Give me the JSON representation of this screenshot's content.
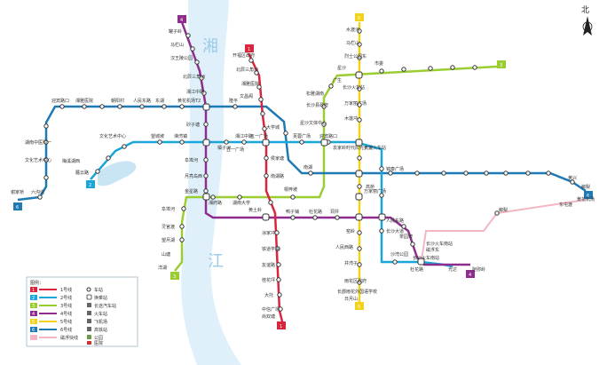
{
  "river": {
    "name_1": "湘",
    "name_2": "江"
  },
  "north": {
    "label": "北"
  },
  "legend": {
    "title": "图例：",
    "lines": [
      {
        "badge": "1",
        "name": "1号线",
        "color": "#d7263d"
      },
      {
        "badge": "2",
        "name": "2号线",
        "color": "#1ba6d9"
      },
      {
        "badge": "3",
        "name": "3号线",
        "color": "#9acd32"
      },
      {
        "badge": "4",
        "name": "4号线",
        "color": "#8e2d8e"
      },
      {
        "badge": "5",
        "name": "5号线",
        "color": "#f2d21b"
      },
      {
        "badge": "6",
        "name": "6号线",
        "color": "#1f7ab3"
      },
      {
        "badge": "",
        "name": "磁浮快线",
        "color": "#f4b6c2"
      }
    ],
    "symbols": [
      "车站",
      "换乘站",
      "长途汽车站",
      "火车站",
      "飞机场",
      "高铁站",
      "公园",
      "医院"
    ]
  },
  "line_badges": {
    "l4_top": "4",
    "l1_top": "1",
    "l5_top": "5",
    "l3_right": "3",
    "l6_left": "6",
    "l2_left": "2",
    "l3_bottom": "3",
    "l1_bottom": "1",
    "l5_bottom": "5",
    "l6_bottom": "6",
    "l4_bottom": "4"
  },
  "labels": {
    "l1": [
      "开福区政府",
      "北辰三角洲",
      "湘雅医院",
      "文昌阁",
      "五一广场",
      "侯家塘",
      "南湖路",
      "黄土岭",
      "涂家冲",
      "铁道学院",
      "友谊路",
      "桂花坪",
      "大托",
      "中信广场",
      "尚双塘"
    ],
    "l2": [
      "梅溪湖西",
      "麓云路",
      "文化艺术中心",
      "望城坡",
      "溁湾镇",
      "橘子洲",
      "湘江中路",
      "五一广场",
      "芙蓉广场",
      "迎宾路口",
      "袁家岭",
      "长沙火车站",
      "锦泰广场",
      "万家丽广场",
      "人民东路",
      "长沙大道",
      "沙湾公园",
      "杜花路",
      "长沙火车南站",
      "光达",
      "磁浮东",
      "黄兴",
      "榔梨"
    ],
    "l3": [
      "星沙",
      "广生",
      "松雅湖南",
      "长沙县政府",
      "星沙文体中心",
      "桐梓坡",
      "湖南大学",
      "湘府路",
      "阜埠河",
      "灵官渡",
      "望月湖",
      "山塘",
      "洋湖",
      "市委"
    ],
    "l4": [
      "罐子岭",
      "马栏山",
      "汉王陵公园",
      "北辰三角洲",
      "湘江中路",
      "砂子塘",
      "阜埠河",
      "月亮岛西",
      "金星路",
      "鸭子铺",
      "杜花路",
      "洞井",
      "茶园坡",
      "阿弥岭"
    ],
    "l5": [
      "水渡河",
      "马栏山",
      "烈士公园东",
      "长沙火车站",
      "万家丽广场",
      "木莲冲",
      "时代阳光大道",
      "高桥",
      "窑岭",
      "人民西路",
      "井湾子",
      "雨花区政府",
      "长郡雨花外国语学校",
      "日月山"
    ],
    "l6": [
      "谢家桥",
      "六沟垅",
      "文化艺术中心",
      "湖南中医附一",
      "迎宾路口",
      "湘雅医院",
      "朝阳村",
      "人民东路",
      "东湖",
      "黄花机场T2",
      "隆平",
      "大学城",
      "南湖",
      "东屯渡"
    ],
    "maglev": [
      "长沙火车南站",
      "榔梨",
      "黄花机场"
    ]
  },
  "colors": {
    "line1": "#d7263d",
    "line2": "#1ba6d9",
    "line3": "#9acd32",
    "line4": "#8e2d8e",
    "line5": "#f2d21b",
    "line6": "#1f7ab3",
    "maglev": "#f4b6c2",
    "river": "#dff0fb",
    "lake": "#c8e4f5"
  }
}
